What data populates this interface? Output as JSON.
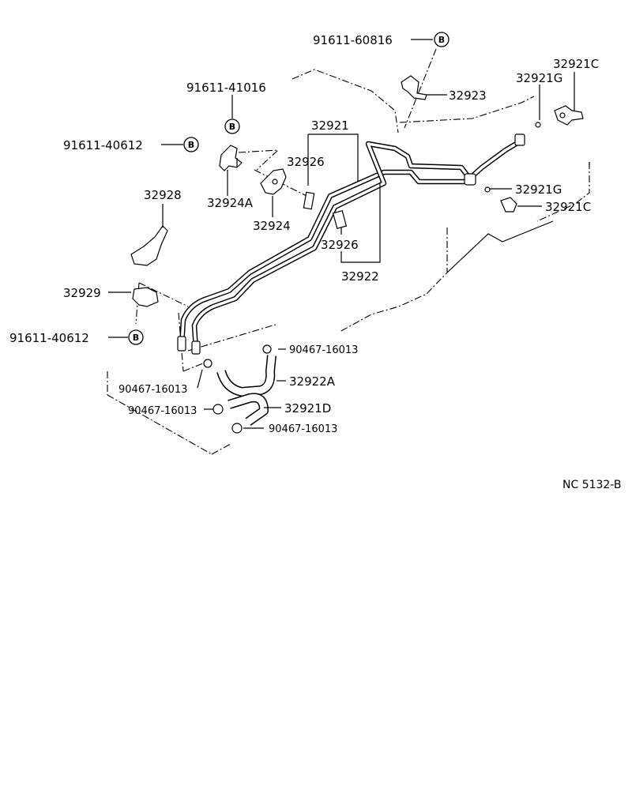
{
  "labels": {
    "p91611_60816": "91611-60816",
    "p32923": "32923",
    "p32921C_top": "32921C",
    "p32921G_top": "32921G",
    "p91611_41016": "91611-41016",
    "p32921": "32921",
    "p91611_40612_top": "91611-40612",
    "p32926_top": "32926",
    "p32924A": "32924A",
    "p32921G_mid": "32921G",
    "p32928": "32928",
    "p32924": "32924",
    "p32921C_mid": "32921C",
    "p32926_mid": "32926",
    "p32922": "32922",
    "p32929": "32929",
    "p91611_40612_bot": "91611-40612",
    "p90467_16013_a": "90467-16013",
    "p32922A": "32922A",
    "p90467_16013_b": "90467-16013",
    "p90467_16013_c": "90467-16013",
    "p32921D": "32921D",
    "p90467_16013_d": "90467-16013"
  },
  "markers": {
    "b": "B"
  },
  "reference": "NC  5132-B"
}
